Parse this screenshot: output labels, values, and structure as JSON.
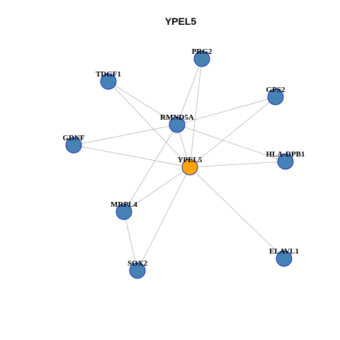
{
  "title": "YPEL5",
  "colors": {
    "background": "#ffffff",
    "edge": "#b4b4b4",
    "node_default_fill": "#4682b4",
    "node_center_fill": "#ffa500",
    "node_default_stroke": "#1f2fbf",
    "node_center_stroke": "#1f2fbf"
  },
  "nodes": [
    {
      "id": "YPEL5",
      "label": "YPEL5",
      "center": true
    },
    {
      "id": "RMND5A",
      "label": "RMND5A"
    },
    {
      "id": "PRG2",
      "label": "PRG2"
    },
    {
      "id": "TDGF1",
      "label": "TDGF1"
    },
    {
      "id": "GPS2",
      "label": "GPS2"
    },
    {
      "id": "GDNF",
      "label": "GDNF"
    },
    {
      "id": "HLA-DPB1",
      "label": "HLA-DPB1"
    },
    {
      "id": "MRPL4",
      "label": "MRPL4"
    },
    {
      "id": "SOX2",
      "label": "SOX2"
    },
    {
      "id": "ELAVL1",
      "label": "ELAVL1"
    }
  ],
  "edges": [
    [
      "YPEL5",
      "RMND5A"
    ],
    [
      "YPEL5",
      "PRG2"
    ],
    [
      "YPEL5",
      "TDGF1"
    ],
    [
      "YPEL5",
      "GPS2"
    ],
    [
      "YPEL5",
      "GDNF"
    ],
    [
      "YPEL5",
      "HLA-DPB1"
    ],
    [
      "YPEL5",
      "MRPL4"
    ],
    [
      "YPEL5",
      "SOX2"
    ],
    [
      "YPEL5",
      "ELAVL1"
    ],
    [
      "RMND5A",
      "PRG2"
    ],
    [
      "RMND5A",
      "TDGF1"
    ],
    [
      "RMND5A",
      "GPS2"
    ],
    [
      "RMND5A",
      "GDNF"
    ],
    [
      "RMND5A",
      "HLA-DPB1"
    ],
    [
      "RMND5A",
      "MRPL4"
    ],
    [
      "MRPL4",
      "SOX2"
    ]
  ]
}
